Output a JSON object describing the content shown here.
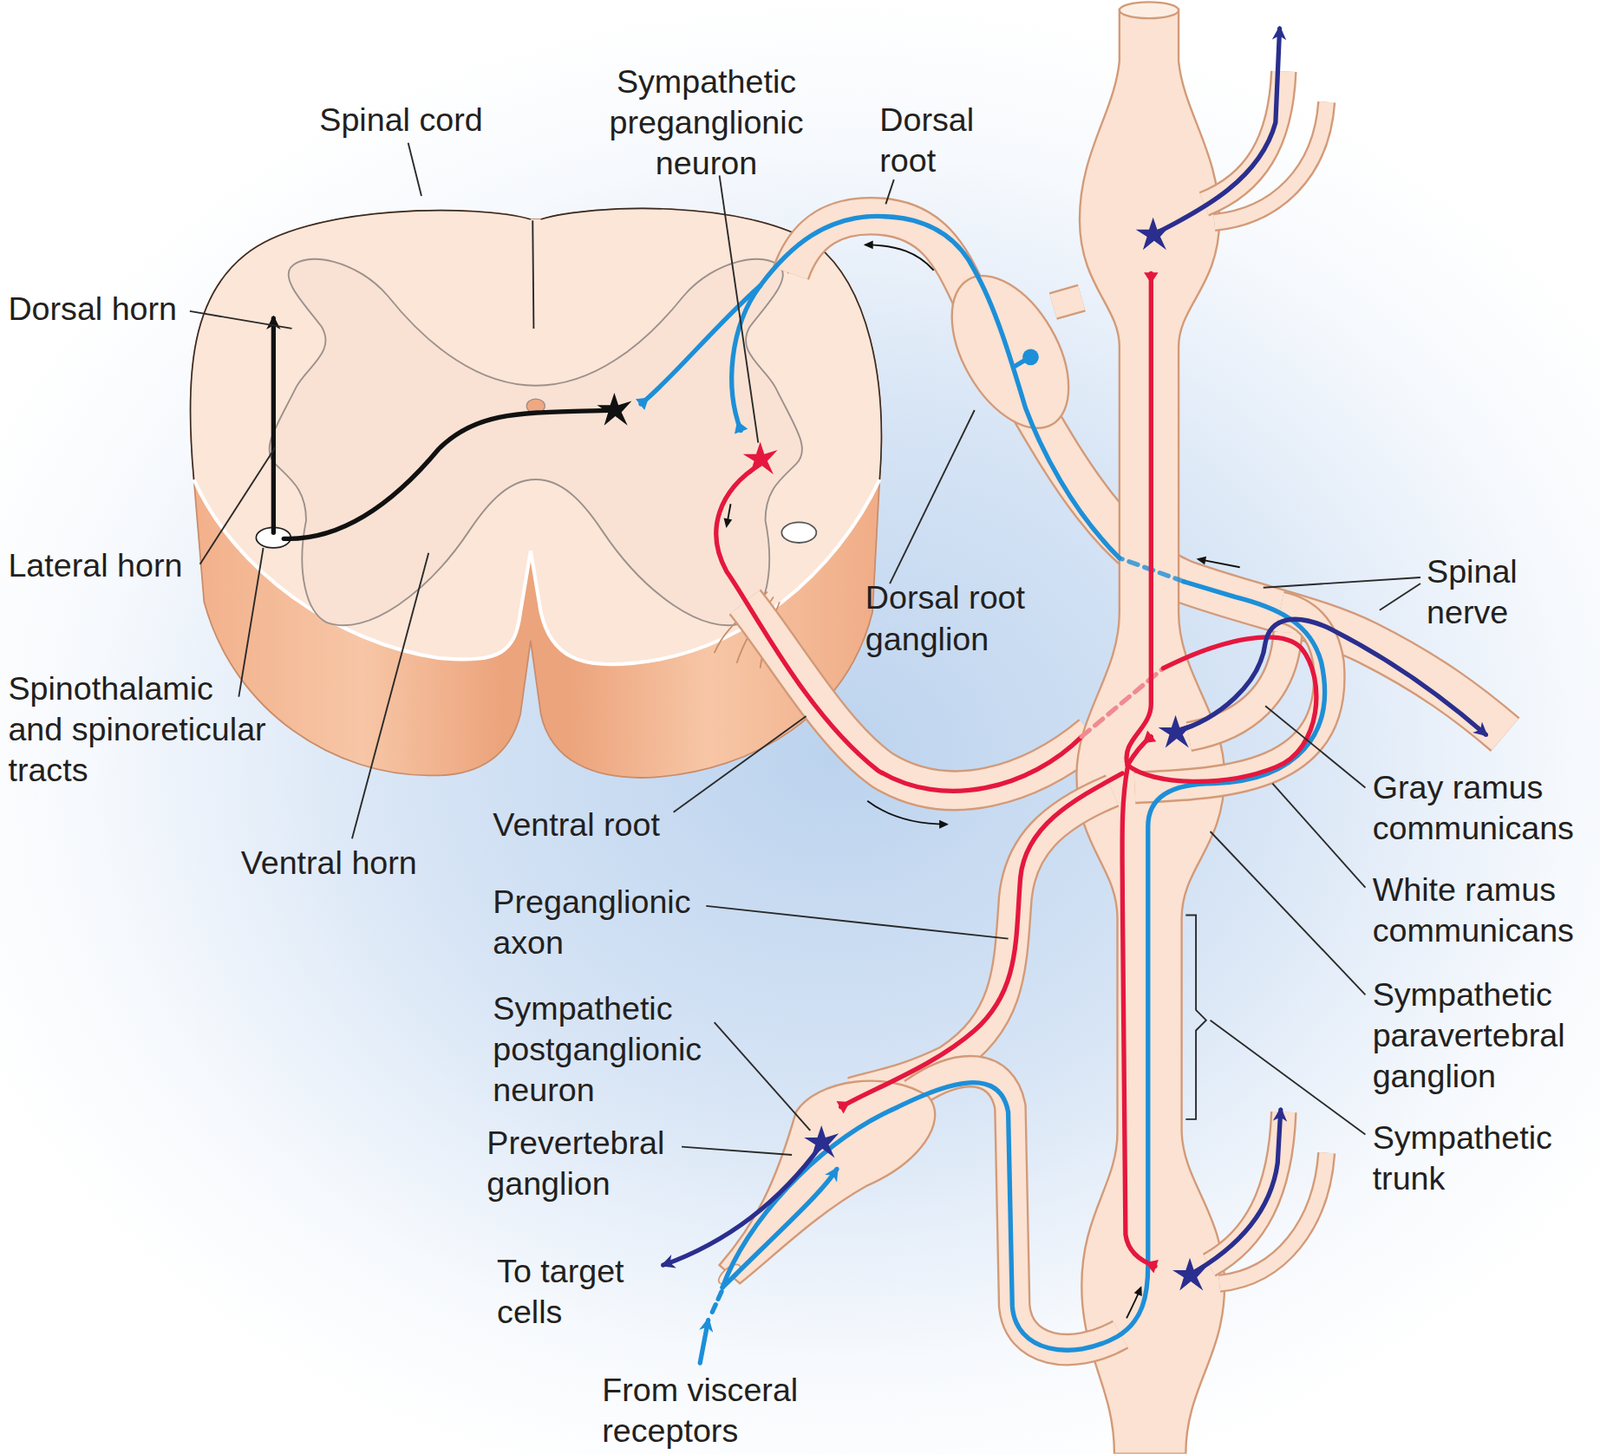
{
  "diagram": {
    "labels": [
      "Spinal cord",
      "Sympathetic preganglionic neuron",
      "Dorsal root",
      "Dorsal horn",
      "Lateral horn",
      "Spinothalamic and spinoreticular tracts",
      "Ventral horn",
      "Dorsal root ganglion",
      "Spinal nerve",
      "Ventral root",
      "Gray ramus communicans",
      "White ramus communicans",
      "Preganglionic axon",
      "Sympathetic paravertebral ganglion",
      "Sympathetic postganglionic neuron",
      "Sympathetic trunk",
      "Prevertebral ganglion",
      "To target cells",
      "From visceral receptors"
    ]
  }
}
